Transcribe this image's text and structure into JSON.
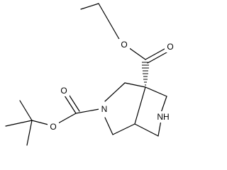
{
  "diagram": {
    "type": "chemical-structure",
    "atom_labels": {
      "ester_ether_oxygen": "O",
      "ester_carbonyl_oxygen": "O",
      "ring_nitrogen_boc": "N",
      "ring_nitrogen_h": "NH",
      "boc_carbonyl_oxygen": "O",
      "boc_ether_oxygen": "O"
    },
    "colors": {
      "bond": "#000000",
      "background": "#ffffff"
    }
  }
}
